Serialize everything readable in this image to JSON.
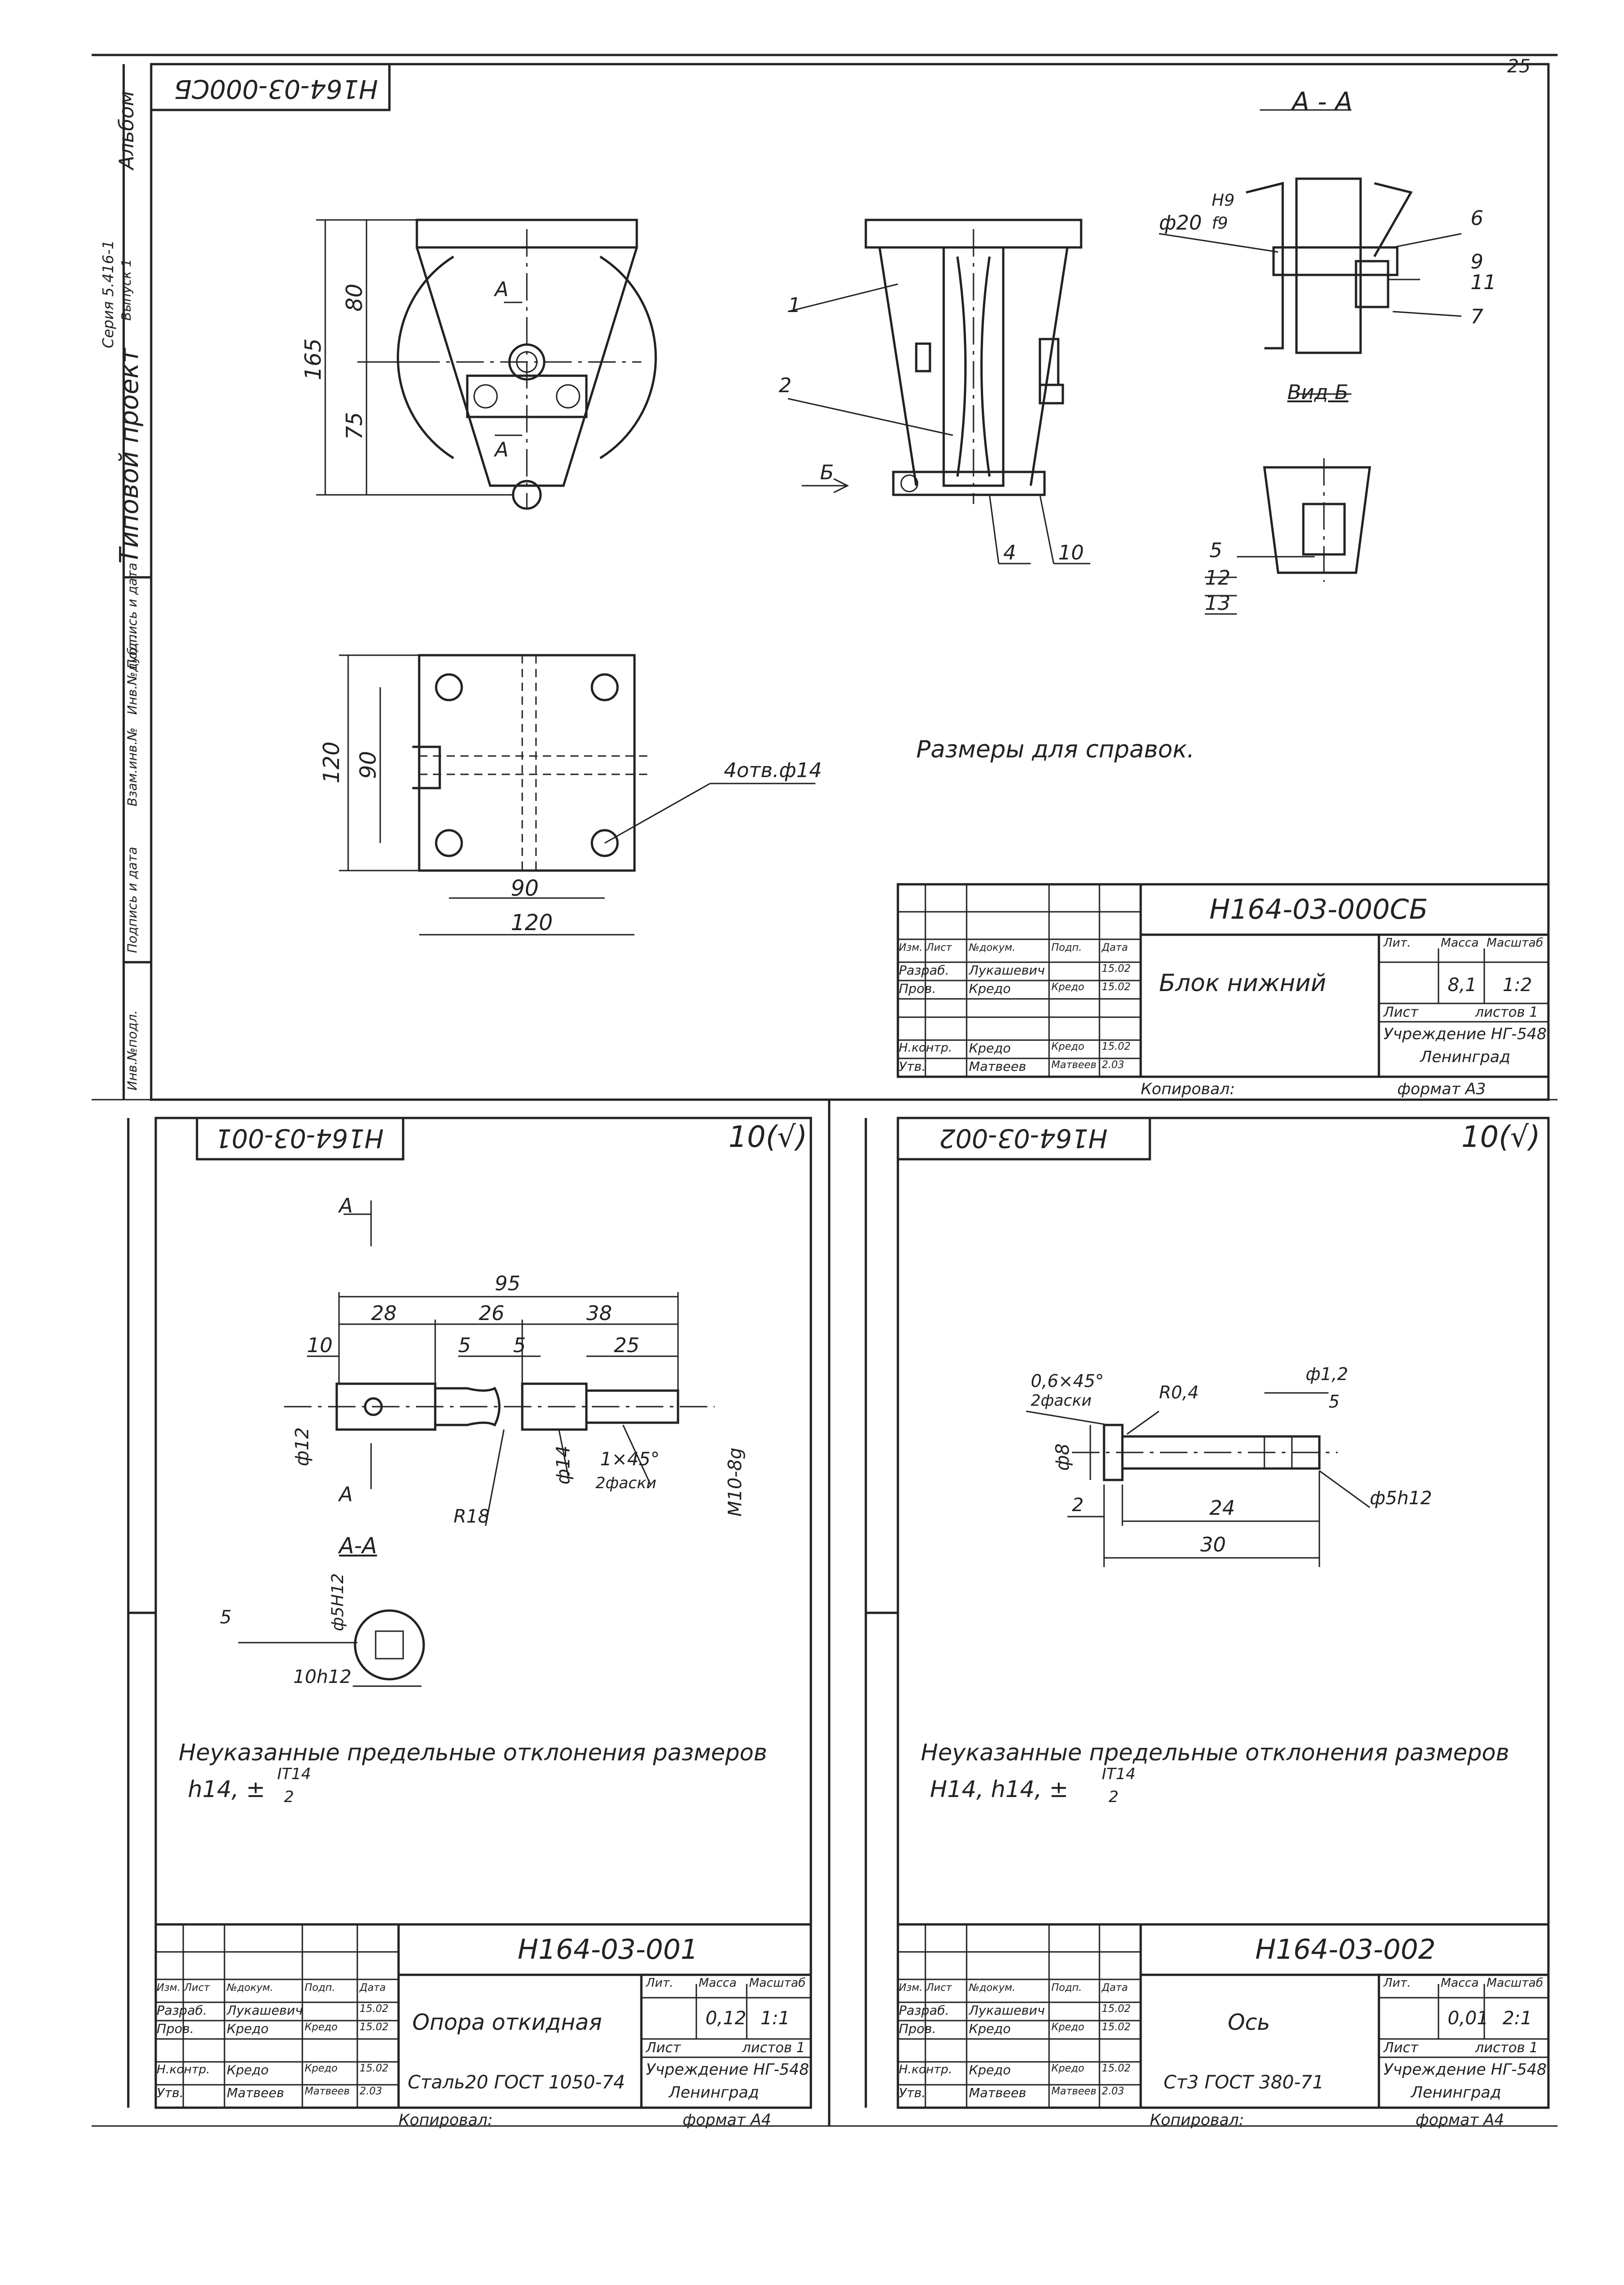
{
  "sheet_top": {
    "code": "Н164-03-000СБ",
    "code_stamp_flipped": "Н164-03-000СБ",
    "section_title": "А - А",
    "view_title": "Вид Б",
    "note": "Размеры для справок.",
    "holes_note": "4отв.ф14",
    "fit_label": "ф20",
    "fit_hole": "Н9",
    "fit_shaft": "f9",
    "dims": [
      "165",
      "80",
      "75",
      "120",
      "90",
      "90",
      "120"
    ],
    "cut_marks": [
      "А",
      "А",
      "Б"
    ],
    "positions": [
      "1",
      "2",
      "4",
      "10",
      "6",
      "9",
      "11",
      "7",
      "5",
      "12",
      "13"
    ],
    "title": "Блок нижний",
    "mass": "8,1",
    "scale": "1:2",
    "sheets": "листов 1",
    "org": "Учреждение НГ-548",
    "city": "Ленинград",
    "copied": "Копировал:",
    "format": "формат А3",
    "page_no": "25",
    "sidebar": [
      "Альбом",
      "Типовой проект",
      "Серия 5.416-1",
      "Выпуск 1"
    ]
  },
  "sheet_left": {
    "code": "Н164-03-001",
    "roughness": "10(√)",
    "cut_mark": "А",
    "section_title": "А-А",
    "dims": [
      "95",
      "28",
      "26",
      "38",
      "10",
      "5",
      "5",
      "25",
      "ф12",
      "ф14",
      "R18",
      "М10-8g",
      "1×45°",
      "2фаски",
      "ф5Н12",
      "10h12",
      "5"
    ],
    "note_line1": "Неуказанные предельные отклонения размеров",
    "note_line2": "h14, ±",
    "note_frac_top": "IT14",
    "note_frac_bot": "2",
    "title": "Опора откидная",
    "material": "Сталь20 ГОСТ 1050-74",
    "mass": "0,12",
    "scale": "1:1",
    "sheets": "листов 1",
    "org": "Учреждение НГ-548",
    "city": "Ленинград",
    "copied": "Копировал:",
    "format": "формат А4"
  },
  "sheet_right": {
    "code": "Н164-03-002",
    "roughness": "10(√)",
    "dims": [
      "0,6×45°",
      "2фаски",
      "R0,4",
      "ф1,2",
      "5",
      "ф8",
      "2",
      "24",
      "30",
      "ф5h12"
    ],
    "note_line1": "Неуказанные предельные отклонения размеров",
    "note_line2": "Н14, h14, ±",
    "note_frac_top": "IT14",
    "note_frac_bot": "2",
    "title": "Ось",
    "material": "Ст3 ГОСТ 380-71",
    "mass": "0,01",
    "scale": "2:1",
    "sheets": "листов 1",
    "org": "Учреждение НГ-548",
    "city": "Ленинград",
    "copied": "Копировал:",
    "format": "формат А4"
  },
  "stamp": {
    "hdr": [
      "Изм.",
      "Лист",
      "№докум.",
      "Подп.",
      "Дата"
    ],
    "rows": [
      [
        "Разраб.",
        "Лукашевич",
        "",
        "15.02"
      ],
      [
        "Пров.",
        "Кредо",
        "Кредо",
        "15.02"
      ],
      [
        "Н.контр.",
        "Кредо",
        "Кредо",
        "15.02"
      ],
      [
        "Утв.",
        "Матвеев",
        "Матвеев",
        "2.03"
      ]
    ],
    "col_lit": "Лит.",
    "col_mass": "Масса",
    "col_scale": "Масштаб",
    "col_sheet": "Лист"
  },
  "side_stamp": [
    "Инв.№подл.",
    "Подпись и дата",
    "Взам.инв.№",
    "Инв.№дубл.",
    "Подпись и дата"
  ]
}
